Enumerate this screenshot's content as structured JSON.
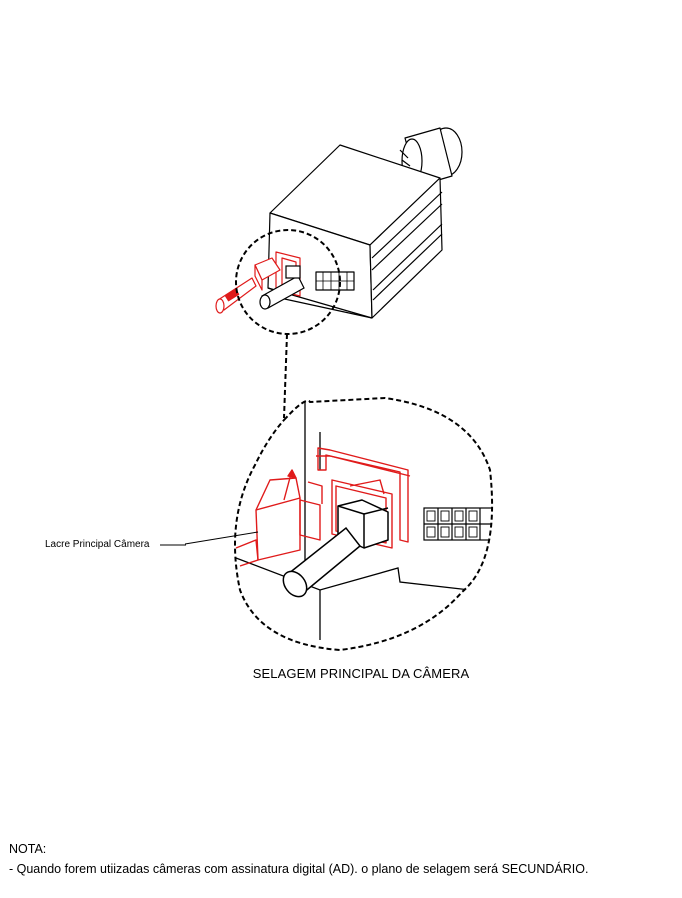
{
  "callout_label": "Lacre Principal Câmera",
  "caption": "SELAGEM PRINCIPAL DA CÂMERA",
  "note": {
    "heading": "NOTA:",
    "text": "- Quando forem utiizadas câmeras com assinatura digital (AD). o plano de selagem será SECUNDÁRIO."
  },
  "colors": {
    "line": "#000000",
    "seal": "#e01b1b",
    "background": "#ffffff"
  },
  "icons": [
    "camera-icon",
    "seal-icon",
    "connector-icon"
  ]
}
